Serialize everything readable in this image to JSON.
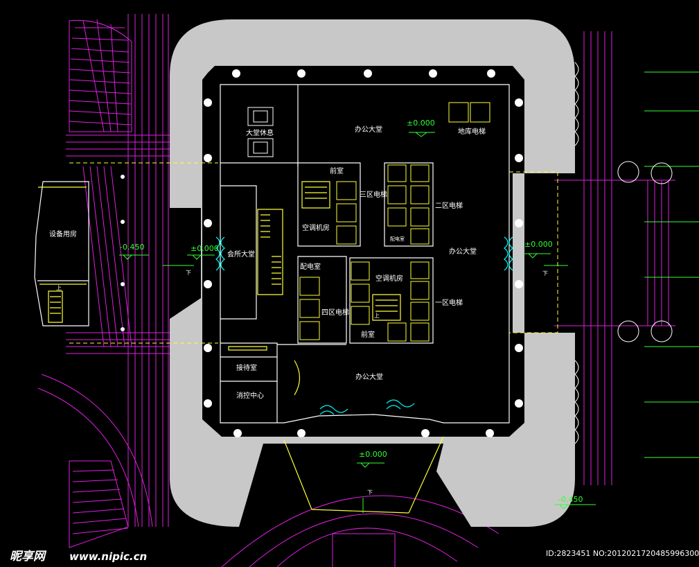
{
  "drawing": {
    "rooms": {
      "lobby_rest": "大堂休息",
      "office_hall_top": "办公大堂",
      "basement_elevator": "地库电梯",
      "front_room_left": "前室",
      "zone3_elevator": "三区电梯",
      "zone2_elevator": "二区电梯",
      "ac_room_left": "空调机房",
      "elec_room_upper": "配电室",
      "clubhouse_hall": "会所大堂",
      "office_hall_right": "办公大堂",
      "elec_room_lower": "配电室",
      "ac_room_right": "空调机房",
      "zone4_elevator": "四区电梯",
      "zone1_elevator": "一区电梯",
      "front_room_lower": "前室",
      "reception": "接待室",
      "fire_control": "消控中心",
      "office_hall_bottom": "办公大堂",
      "equipment_room": "设备用房"
    },
    "levels": {
      "top_center": "±0.000",
      "left_entry": "±0.000",
      "right_entry": "±0.000",
      "bottom_entry": "±0.000",
      "left_outer": "-0.450",
      "bottom_right_outer": "-0.450"
    },
    "stair_marks": {
      "up": "上",
      "down": "下"
    }
  },
  "watermark": {
    "logo_text": "昵享网",
    "site": "www.nipic.cn",
    "id_text": "ID:2823451 NO:20120217204859963000"
  },
  "colors": {
    "background": "#000000",
    "walkway": "#c8c8c8",
    "site_lines": "#e020e0",
    "walls": "#ffffff",
    "stairs": "#ffff33",
    "annotations": "#33ff33",
    "doors": "#00ffff"
  }
}
